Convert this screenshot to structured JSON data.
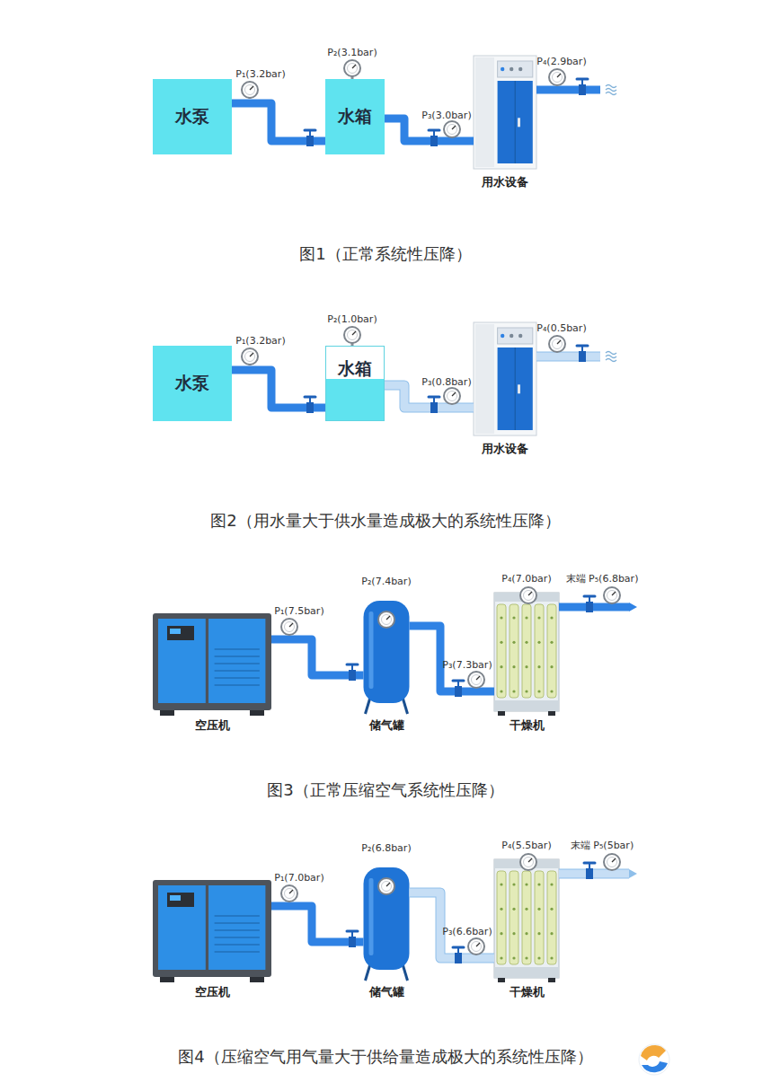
{
  "diagram": {
    "nodes": [
      {
        "text": [
          "水泵"
        ]
      },
      {
        "text": [
          "水箱"
        ]
      },
      {
        "text": [
          "用水设备"
        ]
      },
      {
        "text": [
          "水泵"
        ]
      },
      {
        "text": [
          "水箱"
        ]
      },
      {
        "text": [
          "用水设备"
        ]
      },
      {
        "text": [
          "空压机"
        ]
      },
      {
        "text": [
          "储气罐"
        ]
      },
      {
        "text": [
          "干燥机"
        ]
      },
      {
        "text": [
          "空压机"
        ]
      },
      {
        "text": [
          "储气罐"
        ]
      },
      {
        "text": [
          "干燥机"
        ]
      }
    ],
    "edges": [
      {
        "from": 0,
        "to": 1,
        "arrow": "none"
      },
      {
        "from": 1,
        "to": 2,
        "arrow": "none"
      },
      {
        "from": 3,
        "to": 4,
        "arrow": "none"
      },
      {
        "from": 4,
        "to": 5,
        "arrow": "none"
      },
      {
        "from": 6,
        "to": 7,
        "arrow": "none"
      },
      {
        "from": 7,
        "to": 8,
        "arrow": "none"
      },
      {
        "from": 9,
        "to": 10,
        "arrow": "none"
      },
      {
        "from": 10,
        "to": 11,
        "arrow": "none"
      }
    ],
    "labels": [
      "P₁(3.2bar)",
      "P₂(3.1bar)",
      "P₃(3.0bar)",
      "P₄(2.9bar)",
      "图1（正常系统性压降）",
      "P₁(3.2bar)",
      "P₂(1.0bar)",
      "P₃(0.8bar)",
      "P₄(0.5bar)",
      "图2（用水量大于供水量造成极大的系统性压降）",
      "P₁(7.5bar)",
      "P₂(7.4bar)",
      "P₃(7.3bar)",
      "P₄(7.0bar)",
      "末端 P₅(6.8bar)",
      "图3（正常压缩空气系统性压降）",
      "P₁(7.0bar)",
      "P₂(6.8bar)",
      "P₃(6.6bar)",
      "P₄(5.5bar)",
      "末端 P₅(5bar)",
      "图4（压缩空气用气量大于供给量造成极大的系统性压降）"
    ]
  }
}
